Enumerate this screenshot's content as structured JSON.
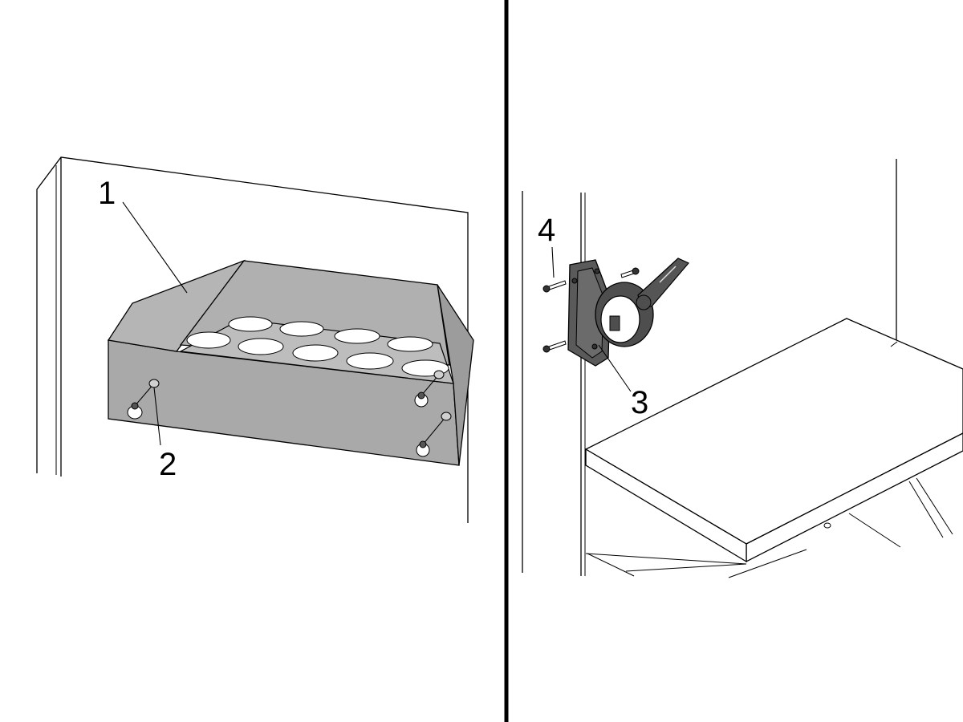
{
  "callouts": {
    "c1": "1",
    "c2": "2",
    "c3": "3",
    "c4": "4"
  },
  "colors": {
    "sheet_metal": "#a9a9a9",
    "sheet_metal_light": "#c4c4c4",
    "holder_dark": "#555555",
    "divider": "#000000"
  }
}
